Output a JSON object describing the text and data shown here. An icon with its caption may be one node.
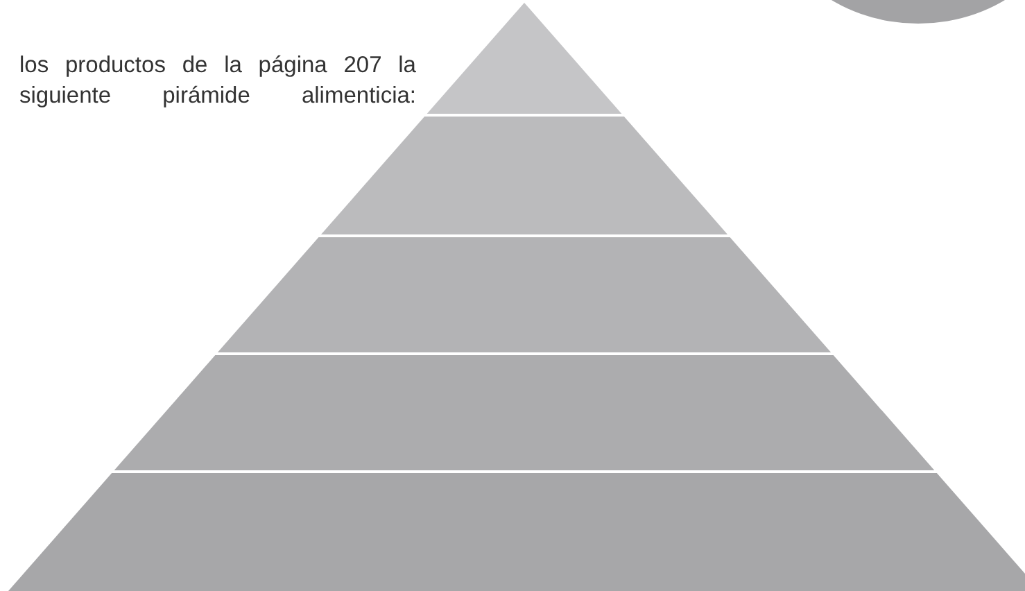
{
  "diagram": {
    "nodes": [
      {
        "text": [],
        "shape": "triangle"
      },
      {
        "text": [],
        "shape": "trapezoid"
      },
      {
        "text": [],
        "shape": "trapezoid"
      },
      {
        "text": [],
        "shape": "trapezoid"
      },
      {
        "text": [],
        "shape": "trapezoid"
      }
    ],
    "labels": [
      "los productos de la página 207 la siguiente pirámide alimenticia:"
    ]
  }
}
